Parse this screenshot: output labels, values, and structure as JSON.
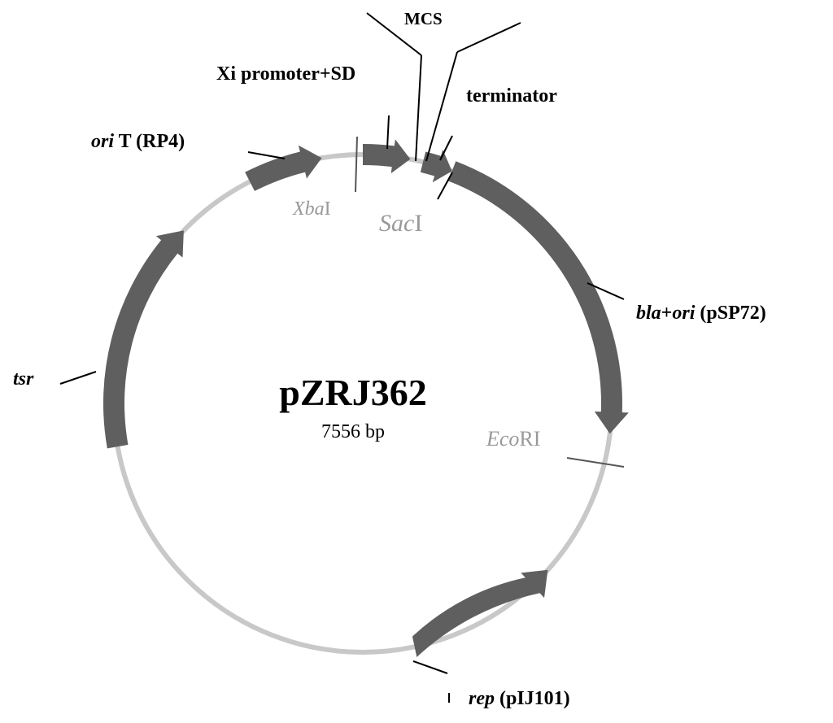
{
  "plasmid": {
    "name": "pZRJ362",
    "size_label": "7556 bp",
    "backbone_color": "#c8c8c8",
    "feature_color": "#5f5f5f"
  },
  "features": [
    {
      "id": "orit",
      "label_main": "ori",
      "label_rest": " T (RP4)",
      "italic_part": true
    },
    {
      "id": "promoter",
      "label_main": "",
      "label_rest": "Xi promoter+SD",
      "italic_part": false
    },
    {
      "id": "terminator",
      "label_main": "",
      "label_rest": "terminator",
      "italic_part": false
    },
    {
      "id": "bla",
      "label_main": "bla",
      "label_plus": "+",
      "label_ori": "ori",
      "label_rest": " (pSP72)"
    },
    {
      "id": "rep",
      "label_main": "rep",
      "label_rest": " (pIJ101)"
    },
    {
      "id": "tsr",
      "label_main": "tsr",
      "label_rest": ""
    }
  ],
  "mcs": {
    "label": "MCS"
  },
  "sites": [
    {
      "id": "xbai",
      "italic": "Xba",
      "roman": "I"
    },
    {
      "id": "saci",
      "italic": "Sac",
      "roman": "I"
    },
    {
      "id": "ecori",
      "italic": "Eco",
      "roman": "RI"
    }
  ]
}
